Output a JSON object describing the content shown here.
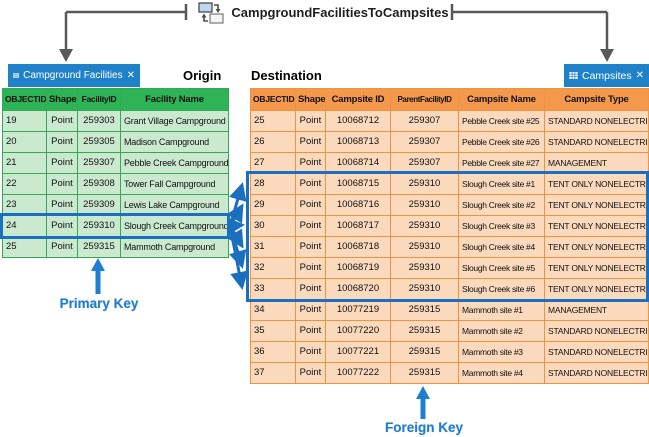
{
  "diagram": {
    "title": "CampgroundFacilitiesToCampsites",
    "origin_label": "Origin",
    "destination_label": "Destination",
    "primary_key_label": "Primary Key",
    "foreign_key_label": "Foreign Key",
    "close_icon": "✕"
  },
  "colors": {
    "tab_blue": "#1F82C8",
    "origin_header": "#2EB357",
    "origin_row": "#CAE9CE",
    "dest_header": "#F4994B",
    "dest_row": "#FBD9BD",
    "highlight_blue": "#1B6FBF",
    "key_blue": "#1E7FD2",
    "connector_gray": "#595959"
  },
  "origin_table": {
    "tab_label": "Campground Facilities",
    "columns": [
      "OBJECTID",
      "Shape",
      "FacilityID",
      "Facility Name"
    ],
    "rows": [
      [
        "19",
        "Point",
        "259303",
        "Grant Village Campground"
      ],
      [
        "20",
        "Point",
        "259305",
        "Madison Campground"
      ],
      [
        "21",
        "Point",
        "259307",
        "Pebble Creek Campground"
      ],
      [
        "22",
        "Point",
        "259308",
        "Tower Fall Campground"
      ],
      [
        "23",
        "Point",
        "259309",
        "Lewis Lake Campground"
      ],
      [
        "24",
        "Point",
        "259310",
        "Slough Creek Campground"
      ],
      [
        "25",
        "Point",
        "259315",
        "Mammoth Campground"
      ]
    ],
    "highlighted_objectids": [
      "24"
    ]
  },
  "destination_table": {
    "tab_label": "Campsites",
    "columns": [
      "OBJECTID",
      "Shape",
      "Campsite ID",
      "ParentFacilityID",
      "Campsite Name",
      "Campsite Type"
    ],
    "rows": [
      [
        "25",
        "Point",
        "10068712",
        "259307",
        "Pebble Creek site #25",
        "STANDARD NONELECTRIC"
      ],
      [
        "26",
        "Point",
        "10068713",
        "259307",
        "Pebble Creek site #26",
        "STANDARD NONELECTRIC"
      ],
      [
        "27",
        "Point",
        "10068714",
        "259307",
        "Pebble Creek site #27",
        "MANAGEMENT"
      ],
      [
        "28",
        "Point",
        "10068715",
        "259310",
        "Slough Creek site #1",
        "TENT ONLY NONELECTRIC"
      ],
      [
        "29",
        "Point",
        "10068716",
        "259310",
        "Slough Creek site #2",
        "TENT ONLY NONELECTRIC"
      ],
      [
        "30",
        "Point",
        "10068717",
        "259310",
        "Slough Creek site #3",
        "TENT ONLY NONELECTRIC"
      ],
      [
        "31",
        "Point",
        "10068718",
        "259310",
        "Slough Creek site #4",
        "TENT ONLY NONELECTRIC"
      ],
      [
        "32",
        "Point",
        "10068719",
        "259310",
        "Slough Creek site #5",
        "TENT ONLY NONELECTRIC"
      ],
      [
        "33",
        "Point",
        "10068720",
        "259310",
        "Slough Creek site #6",
        "TENT ONLY NONELECTRIC"
      ],
      [
        "34",
        "Point",
        "10077219",
        "259315",
        "Mammoth site #1",
        "MANAGEMENT"
      ],
      [
        "35",
        "Point",
        "10077220",
        "259315",
        "Mammoth site #2",
        "STANDARD NONELECTRIC"
      ],
      [
        "36",
        "Point",
        "10077221",
        "259315",
        "Mammoth site #3",
        "STANDARD NONELECTRIC"
      ],
      [
        "37",
        "Point",
        "10077222",
        "259315",
        "Mammoth site #4",
        "STANDARD NONELECTRIC"
      ]
    ],
    "highlighted_objectids": [
      "28",
      "29",
      "30",
      "31",
      "32",
      "33"
    ]
  }
}
